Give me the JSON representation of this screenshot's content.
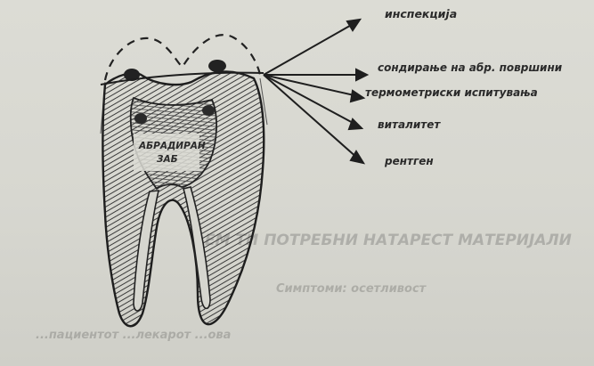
{
  "diagram": {
    "tooth_label": [
      "АБРАДИРАН",
      "ЗАБ"
    ],
    "methods": [
      "инспекција",
      "сондирање на абр. површини",
      "термометриски испитувања",
      "виталитет",
      "рентген"
    ],
    "colors": {
      "ink": "#2a2a2a",
      "paper": "#d9d9d3",
      "hatch": "#3a3a3a"
    }
  },
  "faded_background_text": [
    "ЕМ ТИ ПОТРЕБНИ НАТАРЕСТ МАТЕРИЈАЛИ",
    "Симптоми: осетливост",
    "...пациентот ...лекарот ...ова"
  ]
}
